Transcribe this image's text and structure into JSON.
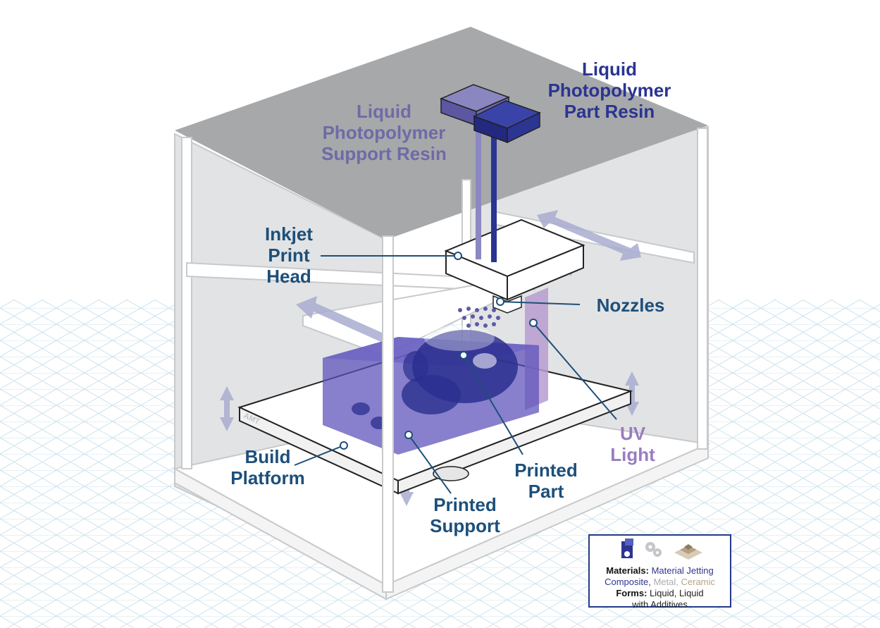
{
  "labels": {
    "part_resin": [
      "Liquid",
      "Photopolymer",
      "Part Resin"
    ],
    "support_resin": [
      "Liquid",
      "Photopolymer",
      "Support Resin"
    ],
    "print_head": [
      "Inkjet",
      "Print",
      "Head"
    ],
    "nozzles": "Nozzles",
    "uv_light": [
      "UV",
      "Light"
    ],
    "build_platform": [
      "Build",
      "Platform"
    ],
    "printed_part": [
      "Printed",
      "Part"
    ],
    "printed_support": [
      "Printed",
      "Support"
    ],
    "platform_logo": "AMT"
  },
  "info_box": {
    "materials_label": "Materials:",
    "process": "Material Jetting",
    "materials": [
      "Composite,",
      "Metal,",
      "Ceramic"
    ],
    "forms_label": "Forms:",
    "forms_line1": "Liquid, Liquid",
    "forms_line2": "with Additives",
    "icons": [
      "composite-icon",
      "metal-gears-icon",
      "ceramic-stack-icon"
    ]
  },
  "colors": {
    "navy_label": "#1d4f7a",
    "part_resin": "#2a3491",
    "support_resin": "#6f6aa6",
    "uv_light": "#9a7cc0",
    "printed_volume": "#5a4fb8",
    "ceiling": "#a7a8aa",
    "wall": "#e2e3e4",
    "floor_grid": "#cfe3ee"
  }
}
